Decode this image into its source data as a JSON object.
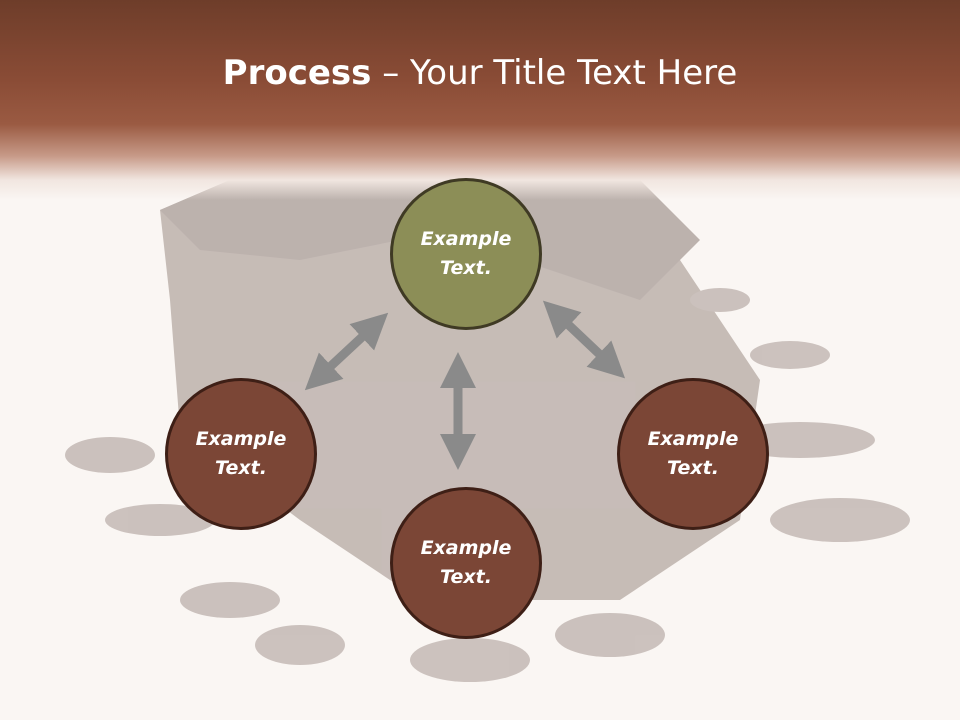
{
  "title": {
    "bold": "Process",
    "dash": " – ",
    "rest": "Your Title Text Here"
  },
  "nodes": [
    {
      "label": "Example Text.",
      "color": "#8c8e57"
    },
    {
      "label": "Example Text.",
      "color": "#7b4636"
    },
    {
      "label": "Example Text.",
      "color": "#7b4636"
    },
    {
      "label": "Example Text.",
      "color": "#7b4636"
    }
  ],
  "colors": {
    "header": "#8a4c36",
    "arrow": "#8a8a8a",
    "background": "#faf6f3"
  }
}
